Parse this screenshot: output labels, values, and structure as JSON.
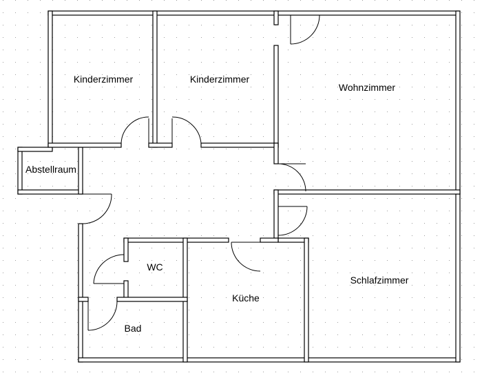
{
  "plan": {
    "rooms": [
      {
        "id": "kinderzimmer-1",
        "label": "Kinderzimmer"
      },
      {
        "id": "kinderzimmer-2",
        "label": "Kinderzimmer"
      },
      {
        "id": "wohnzimmer",
        "label": "Wohnzimmer"
      },
      {
        "id": "abstellraum",
        "label": "Abstellraum"
      },
      {
        "id": "schlafzimmer",
        "label": "Schlafzimmer"
      },
      {
        "id": "wc",
        "label": "WC"
      },
      {
        "id": "kueche",
        "label": "Küche"
      },
      {
        "id": "bad",
        "label": "Bad"
      }
    ],
    "colors": {
      "wall_outline": "#000000",
      "wall_fill": "#ffffff",
      "grid_dot": "#9a9a9a",
      "door": "#000000"
    }
  }
}
